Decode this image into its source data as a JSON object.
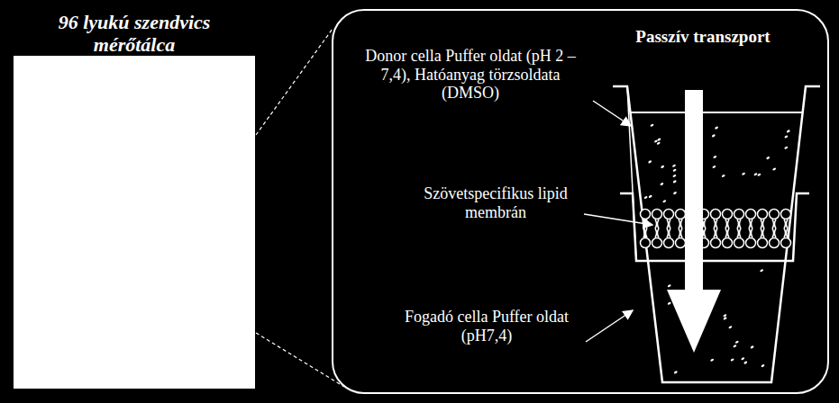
{
  "diagram": {
    "nodes": [
      {
        "text": [
          "96 lyukú szendvics mérőtálca"
        ]
      },
      {
        "text": [
          "Donor cella Puffer oldat (pH 2 – 7,4), Hatóanyag törzsoldata (DMSO)",
          "Szövetspecifikus lipid membrán",
          "Fogadó cella Puffer oldat (pH7,4)",
          "Passzív transzport"
        ]
      }
    ],
    "edges": [
      {
        "from": 0,
        "to": 1,
        "arrow": "none"
      }
    ]
  }
}
